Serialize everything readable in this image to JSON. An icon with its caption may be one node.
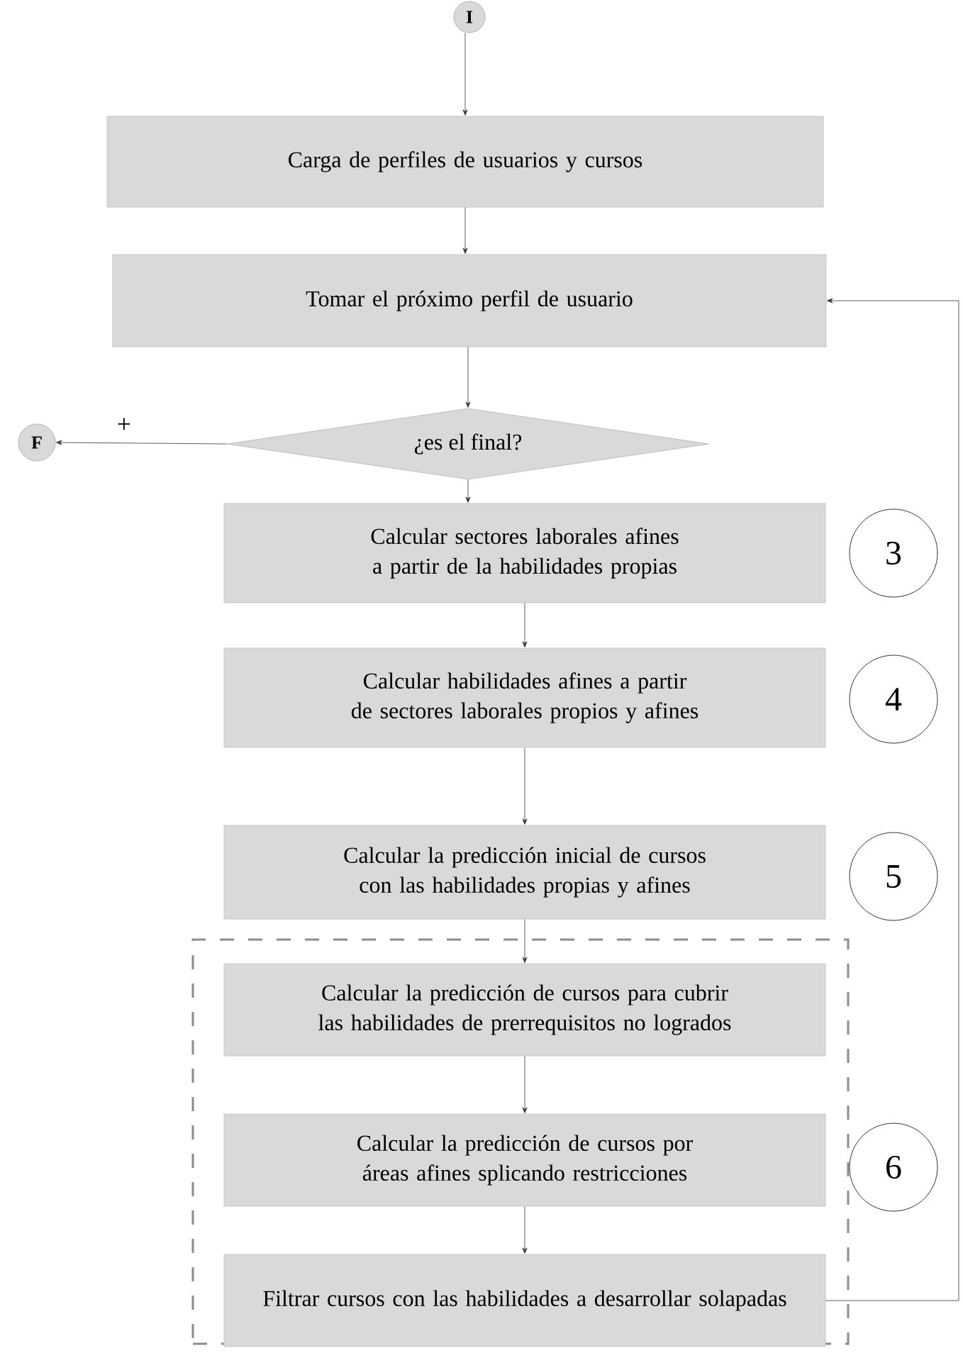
{
  "diagram": {
    "nodes": [
      {
        "text": [
          "I"
        ]
      },
      {
        "text": [
          "Carga de perfiles de usuarios y cursos"
        ]
      },
      {
        "text": [
          "Tomar el próximo perfil de usuario"
        ]
      },
      {
        "text": [
          "¿es el final?"
        ]
      },
      {
        "text": [
          "F"
        ]
      },
      {
        "text": [
          "Calcular sectores laborales afines a partir de la habilidades propias"
        ]
      },
      {
        "text": [
          "3"
        ]
      },
      {
        "text": [
          "Calcular habilidades afines a partir de sectores laborales propios y afines"
        ]
      },
      {
        "text": [
          "4"
        ]
      },
      {
        "text": [
          "Calcular la predicción inicial de cursos con las habilidades propias y afines"
        ]
      },
      {
        "text": [
          "5"
        ]
      },
      {
        "text": [],
        "shape": "box"
      },
      {
        "text": [
          "Calcular la predicción de cursos para cubrir las habilidades de prerrequisitos  no logrados"
        ],
        "in": 11
      },
      {
        "text": [
          "Calcular la predicción de cursos por áreas afines splicando restricciones"
        ],
        "in": 11
      },
      {
        "text": [
          "Filtrar cursos con las habilidades a desarrollar solapadas"
        ],
        "in": 11
      },
      {
        "text": [
          "6"
        ]
      }
    ],
    "edges": [
      {
        "from": 0,
        "to": 1,
        "arrow": "to"
      },
      {
        "from": 1,
        "to": 2,
        "arrow": "to"
      },
      {
        "from": 2,
        "to": 3,
        "arrow": "to"
      },
      {
        "from": 3,
        "to": 4,
        "arrow": "to",
        "label": "+"
      },
      {
        "from": 3,
        "to": 5,
        "arrow": "to"
      },
      {
        "from": 5,
        "to": 7,
        "arrow": "to"
      },
      {
        "from": 7,
        "to": 9,
        "arrow": "to"
      },
      {
        "from": 9,
        "to": 12,
        "arrow": "to"
      },
      {
        "from": 12,
        "to": 13,
        "arrow": "to"
      },
      {
        "from": 13,
        "to": 14,
        "arrow": "to"
      },
      {
        "from": 14,
        "to": 2,
        "arrow": "to"
      }
    ]
  }
}
